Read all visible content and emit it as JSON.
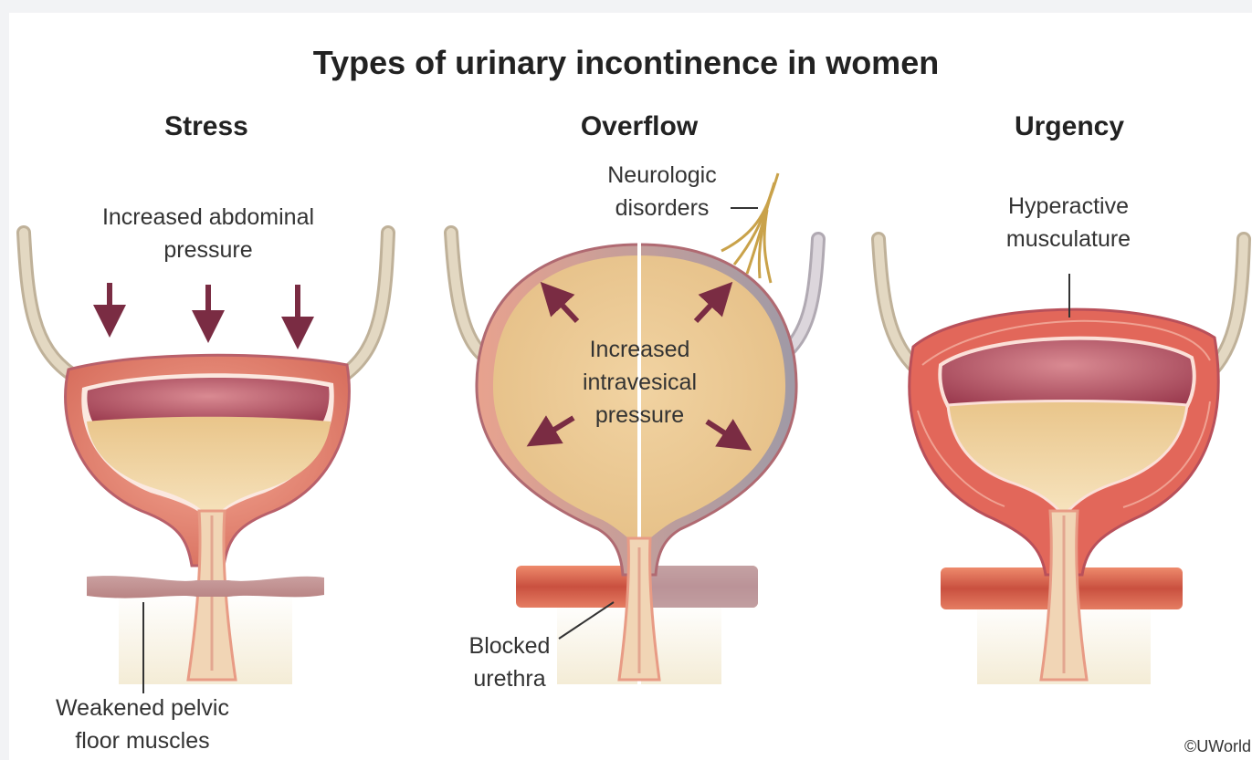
{
  "title": "Types of urinary incontinence in women",
  "panels": [
    {
      "heading": "Stress",
      "labels": [
        "Increased abdominal pressure",
        "Weakened pelvic floor muscles"
      ]
    },
    {
      "heading": "Overflow",
      "labels": [
        "Neurologic disorders",
        "Increased intravesical pressure",
        "Blocked urethra"
      ]
    },
    {
      "heading": "Urgency",
      "labels": [
        "Hyperactive musculature"
      ]
    }
  ],
  "copyright": "©UWorld",
  "colors": {
    "bladder_wall": "#e9897a",
    "bladder_inner": "#b8505f",
    "urine": "#f2d9a6",
    "arrow": "#7a2c43",
    "ureter": "#d9ccb4",
    "muscle": "#d9654e",
    "nerve": "#c9a24a"
  }
}
